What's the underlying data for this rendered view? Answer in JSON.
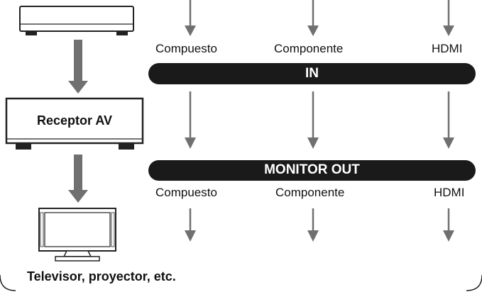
{
  "bars": {
    "in_label": "IN",
    "monitor_out_label": "MONITOR OUT"
  },
  "input_labels": {
    "composite": "Compuesto",
    "component": "Componente",
    "hdmi": "HDMI"
  },
  "output_labels": {
    "composite": "Compuesto",
    "component": "Componente",
    "hdmi": "HDMI"
  },
  "devices": {
    "source_icon": "player-device-icon",
    "receiver_label": "Receptor AV",
    "display_icon": "television-icon",
    "display_label": "Televisor, proyector, etc."
  },
  "colors": {
    "arrow_gray": "#707070",
    "bar_black": "#1a1a1a",
    "outline": "#222222"
  }
}
